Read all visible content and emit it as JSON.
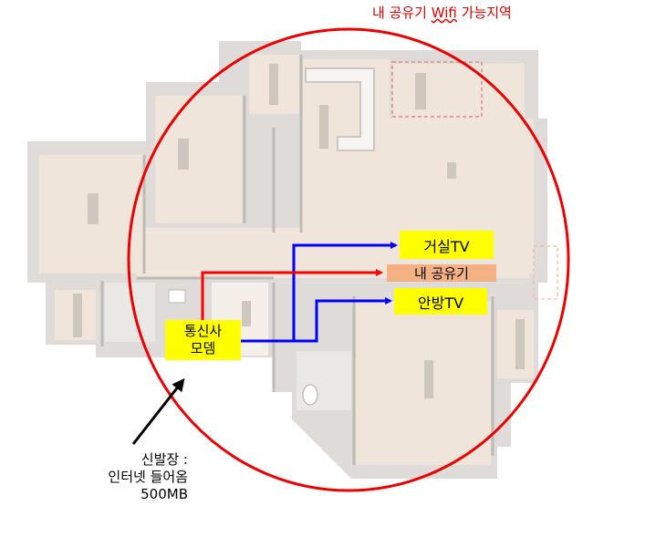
{
  "coverage": {
    "title_prefix": "내 공유기 ",
    "title_wifi": "Wifi",
    "title_suffix": " 가능지역",
    "color": "#e00000"
  },
  "devices": {
    "living_tv": "거실TV",
    "router": "내 공유기",
    "bedroom_tv": "안방TV"
  },
  "modem": {
    "line1": "통신사",
    "line2": "모뎀"
  },
  "entry_note": {
    "line1": "신발장 :",
    "line2": "인터넷 들어옴",
    "line3": "500MB"
  },
  "colors": {
    "label_fill": "#ffff00",
    "router_fill": "#f4b183",
    "wired_line": "#0000ff",
    "wifi_line": "#ff0000",
    "pointer": "#000000"
  }
}
